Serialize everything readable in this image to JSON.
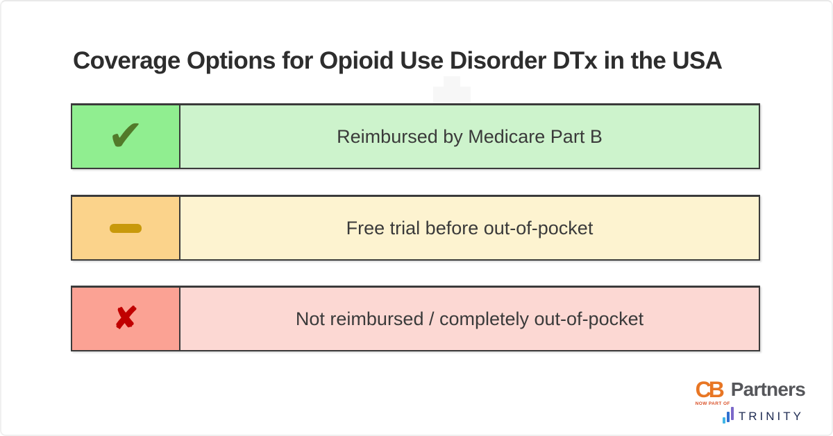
{
  "title": "Coverage Options for Opioid Use Disorder DTx in the USA",
  "coverage_rows": [
    {
      "icon": "check-icon",
      "glyph": "✔",
      "label": "Reimbursed by Medicare Part B",
      "icon_bg": "#90ee90",
      "label_bg": "#cdf3cc",
      "icon_color": "#527a2a"
    },
    {
      "icon": "minus-icon",
      "glyph": "",
      "label": "Free trial before out-of-pocket",
      "icon_bg": "#fbd38b",
      "label_bg": "#fdf3d0",
      "icon_color": "#c8990b"
    },
    {
      "icon": "cross-icon",
      "glyph": "✘",
      "label": "Not reimbursed / completely out-of-pocket",
      "icon_bg": "#fba294",
      "label_bg": "#fcd8d3",
      "icon_color": "#c00000"
    }
  ],
  "decoration": {
    "plus_watermark_color": "#f7f7f7"
  },
  "logo": {
    "cb": "CB",
    "partners": "Partners",
    "now_part_of": "NOW PART OF",
    "trinity": "TRINITY",
    "cb_color": "#e87624",
    "partners_color": "#55565a",
    "now_part_of_color": "#d94f26",
    "trinity_color": "#1e2b52",
    "bar_colors": [
      "#41b6e6",
      "#2f6fd0",
      "#7b68c9"
    ]
  },
  "border_color": "#3a3a3a"
}
